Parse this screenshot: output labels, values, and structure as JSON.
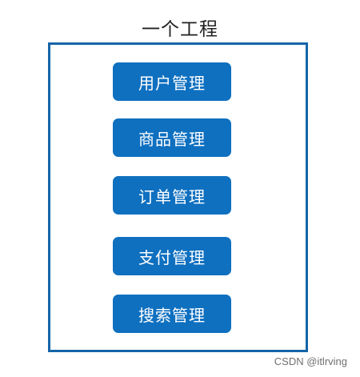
{
  "title": "一个工程",
  "modules": [
    {
      "label": "用户管理"
    },
    {
      "label": "商品管理"
    },
    {
      "label": "订单管理"
    },
    {
      "label": "支付管理"
    },
    {
      "label": "搜索管理"
    }
  ],
  "watermark": "CSDN @itlrving",
  "colors": {
    "frame_border": "#1565a8",
    "module_fill": "#0f70c0",
    "module_text": "#ffffff"
  }
}
